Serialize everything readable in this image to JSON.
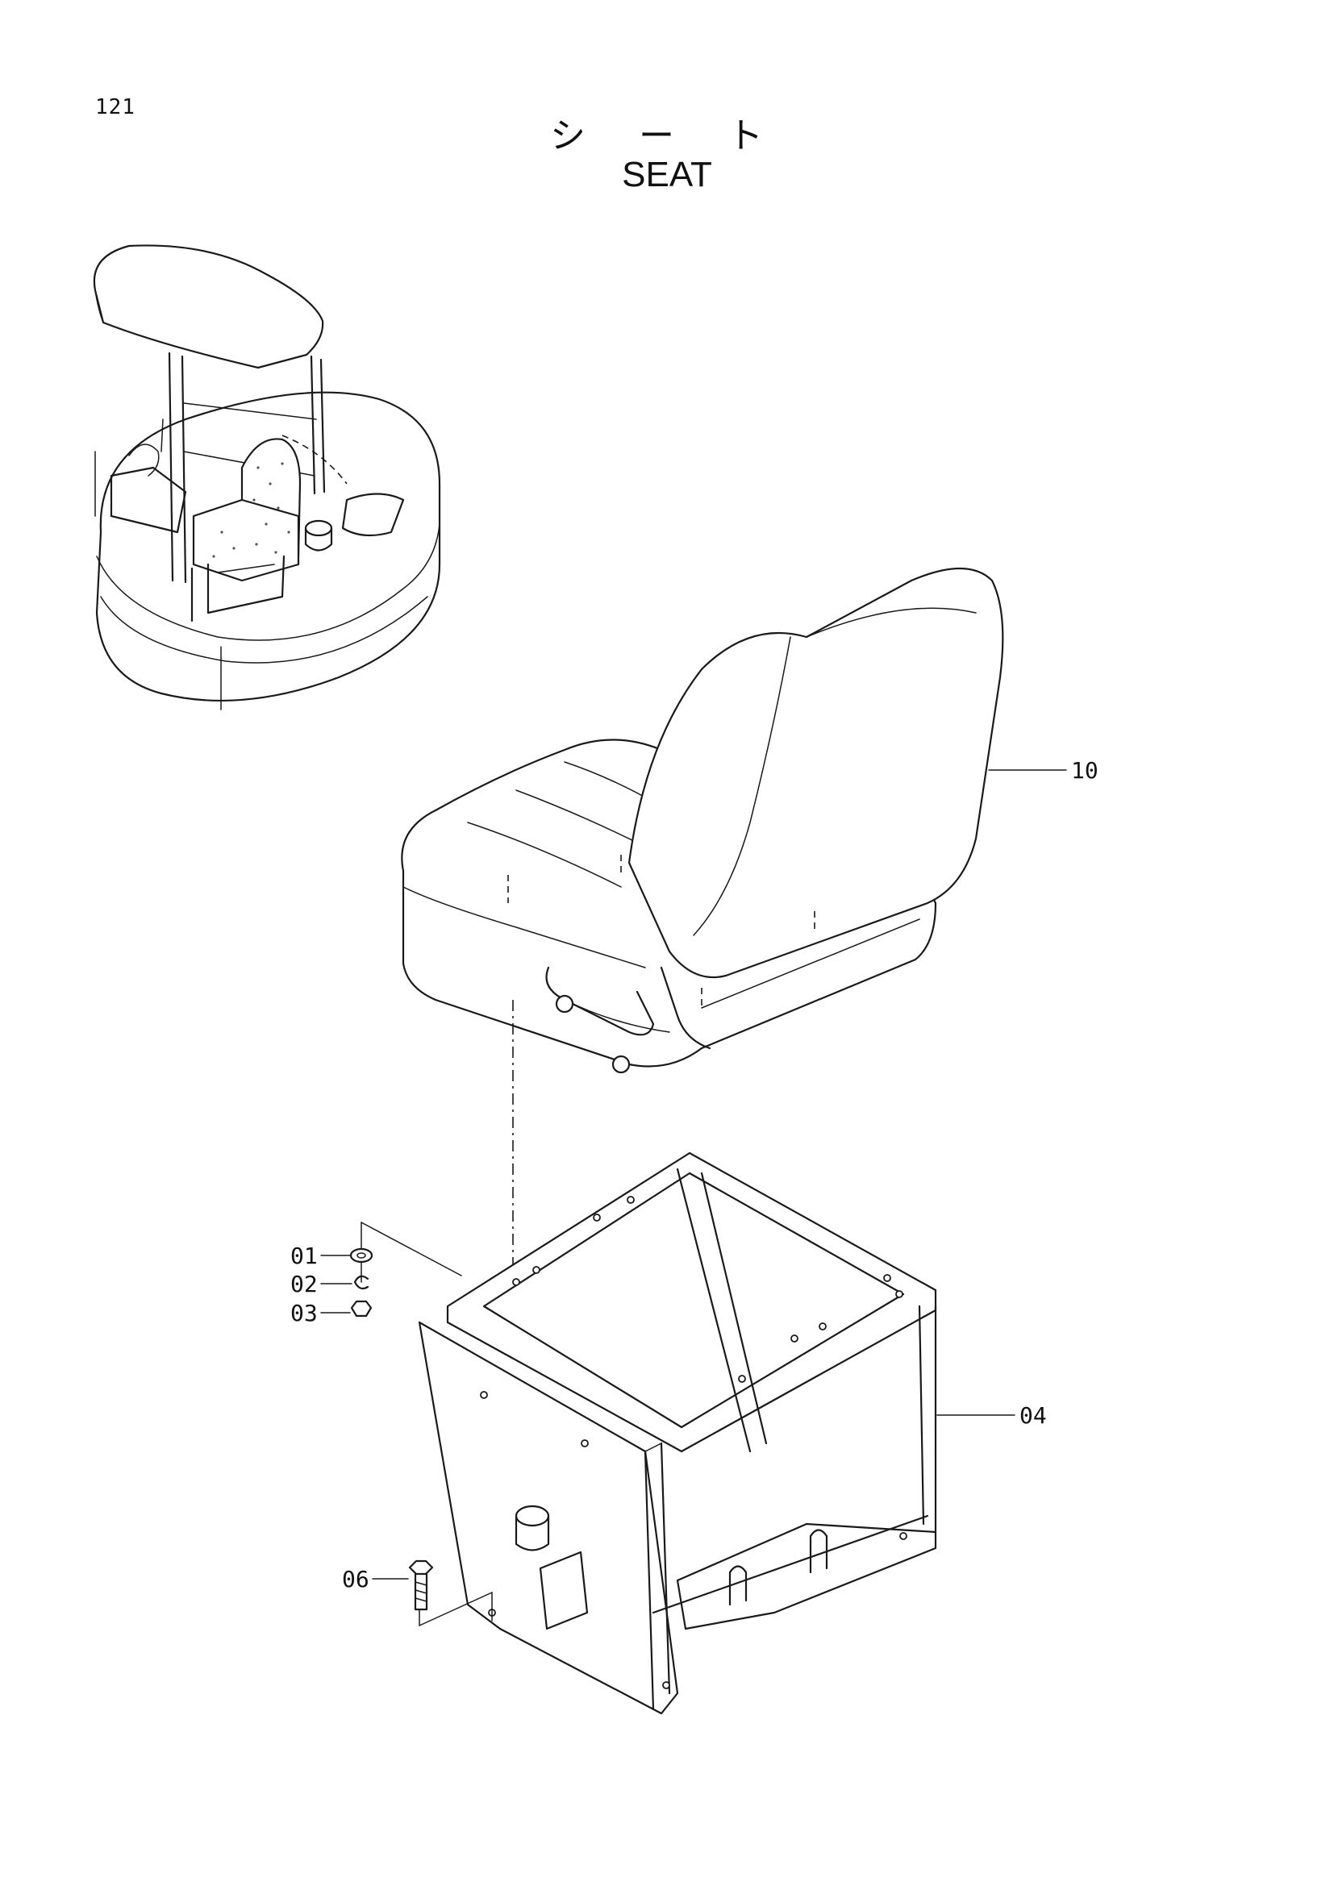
{
  "page": {
    "number": "121"
  },
  "title": {
    "japanese": "シ ー ト",
    "english": "SEAT"
  },
  "callouts": [
    {
      "id": "p01",
      "label": "01"
    },
    {
      "id": "p02",
      "label": "02"
    },
    {
      "id": "p03",
      "label": "03"
    },
    {
      "id": "p04",
      "label": "04"
    },
    {
      "id": "p06",
      "label": "06"
    },
    {
      "id": "p10",
      "label": "10"
    }
  ]
}
